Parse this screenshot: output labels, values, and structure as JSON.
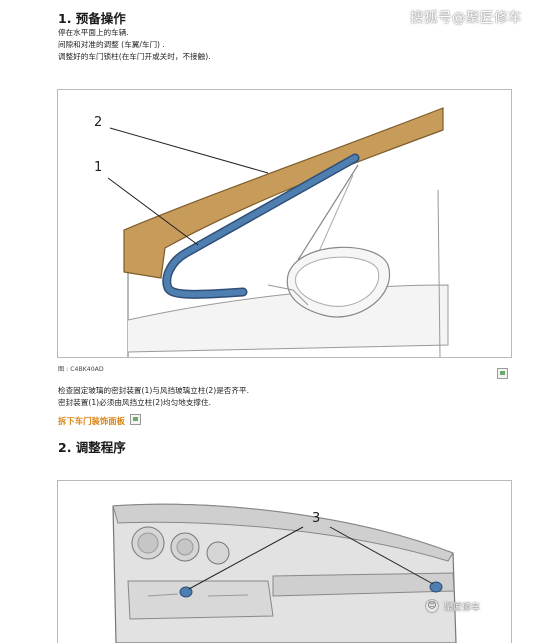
{
  "section1": {
    "title": "1. 预备操作",
    "lines": [
      "停在水平面上的车辆.",
      "间隙和对准的调整 (车翼/车门) .",
      "调整好的车门锁柱(在车门开或关时，不接触)."
    ]
  },
  "watermark": "搜狐号@聚匠修车",
  "figure1": {
    "labels": [
      "2",
      "1"
    ],
    "caption": "图 : C4BK40AD"
  },
  "check_lines": [
    "检查固定玻璃的密封装置(1)与风挡玻璃立柱(2)是否齐平.",
    "密封装置(1)必须由风挡立柱(2)均匀地支撑住."
  ],
  "link_text": "拆下车门装饰面板",
  "section2": {
    "title": "2. 调整程序"
  },
  "figure2": {
    "label": "3"
  },
  "badge": {
    "icon": "😊",
    "text": "聚匠修车"
  },
  "colors": {
    "tan": "#c79b5a",
    "seal": "#4f7fb0",
    "link": "#d9861a"
  }
}
